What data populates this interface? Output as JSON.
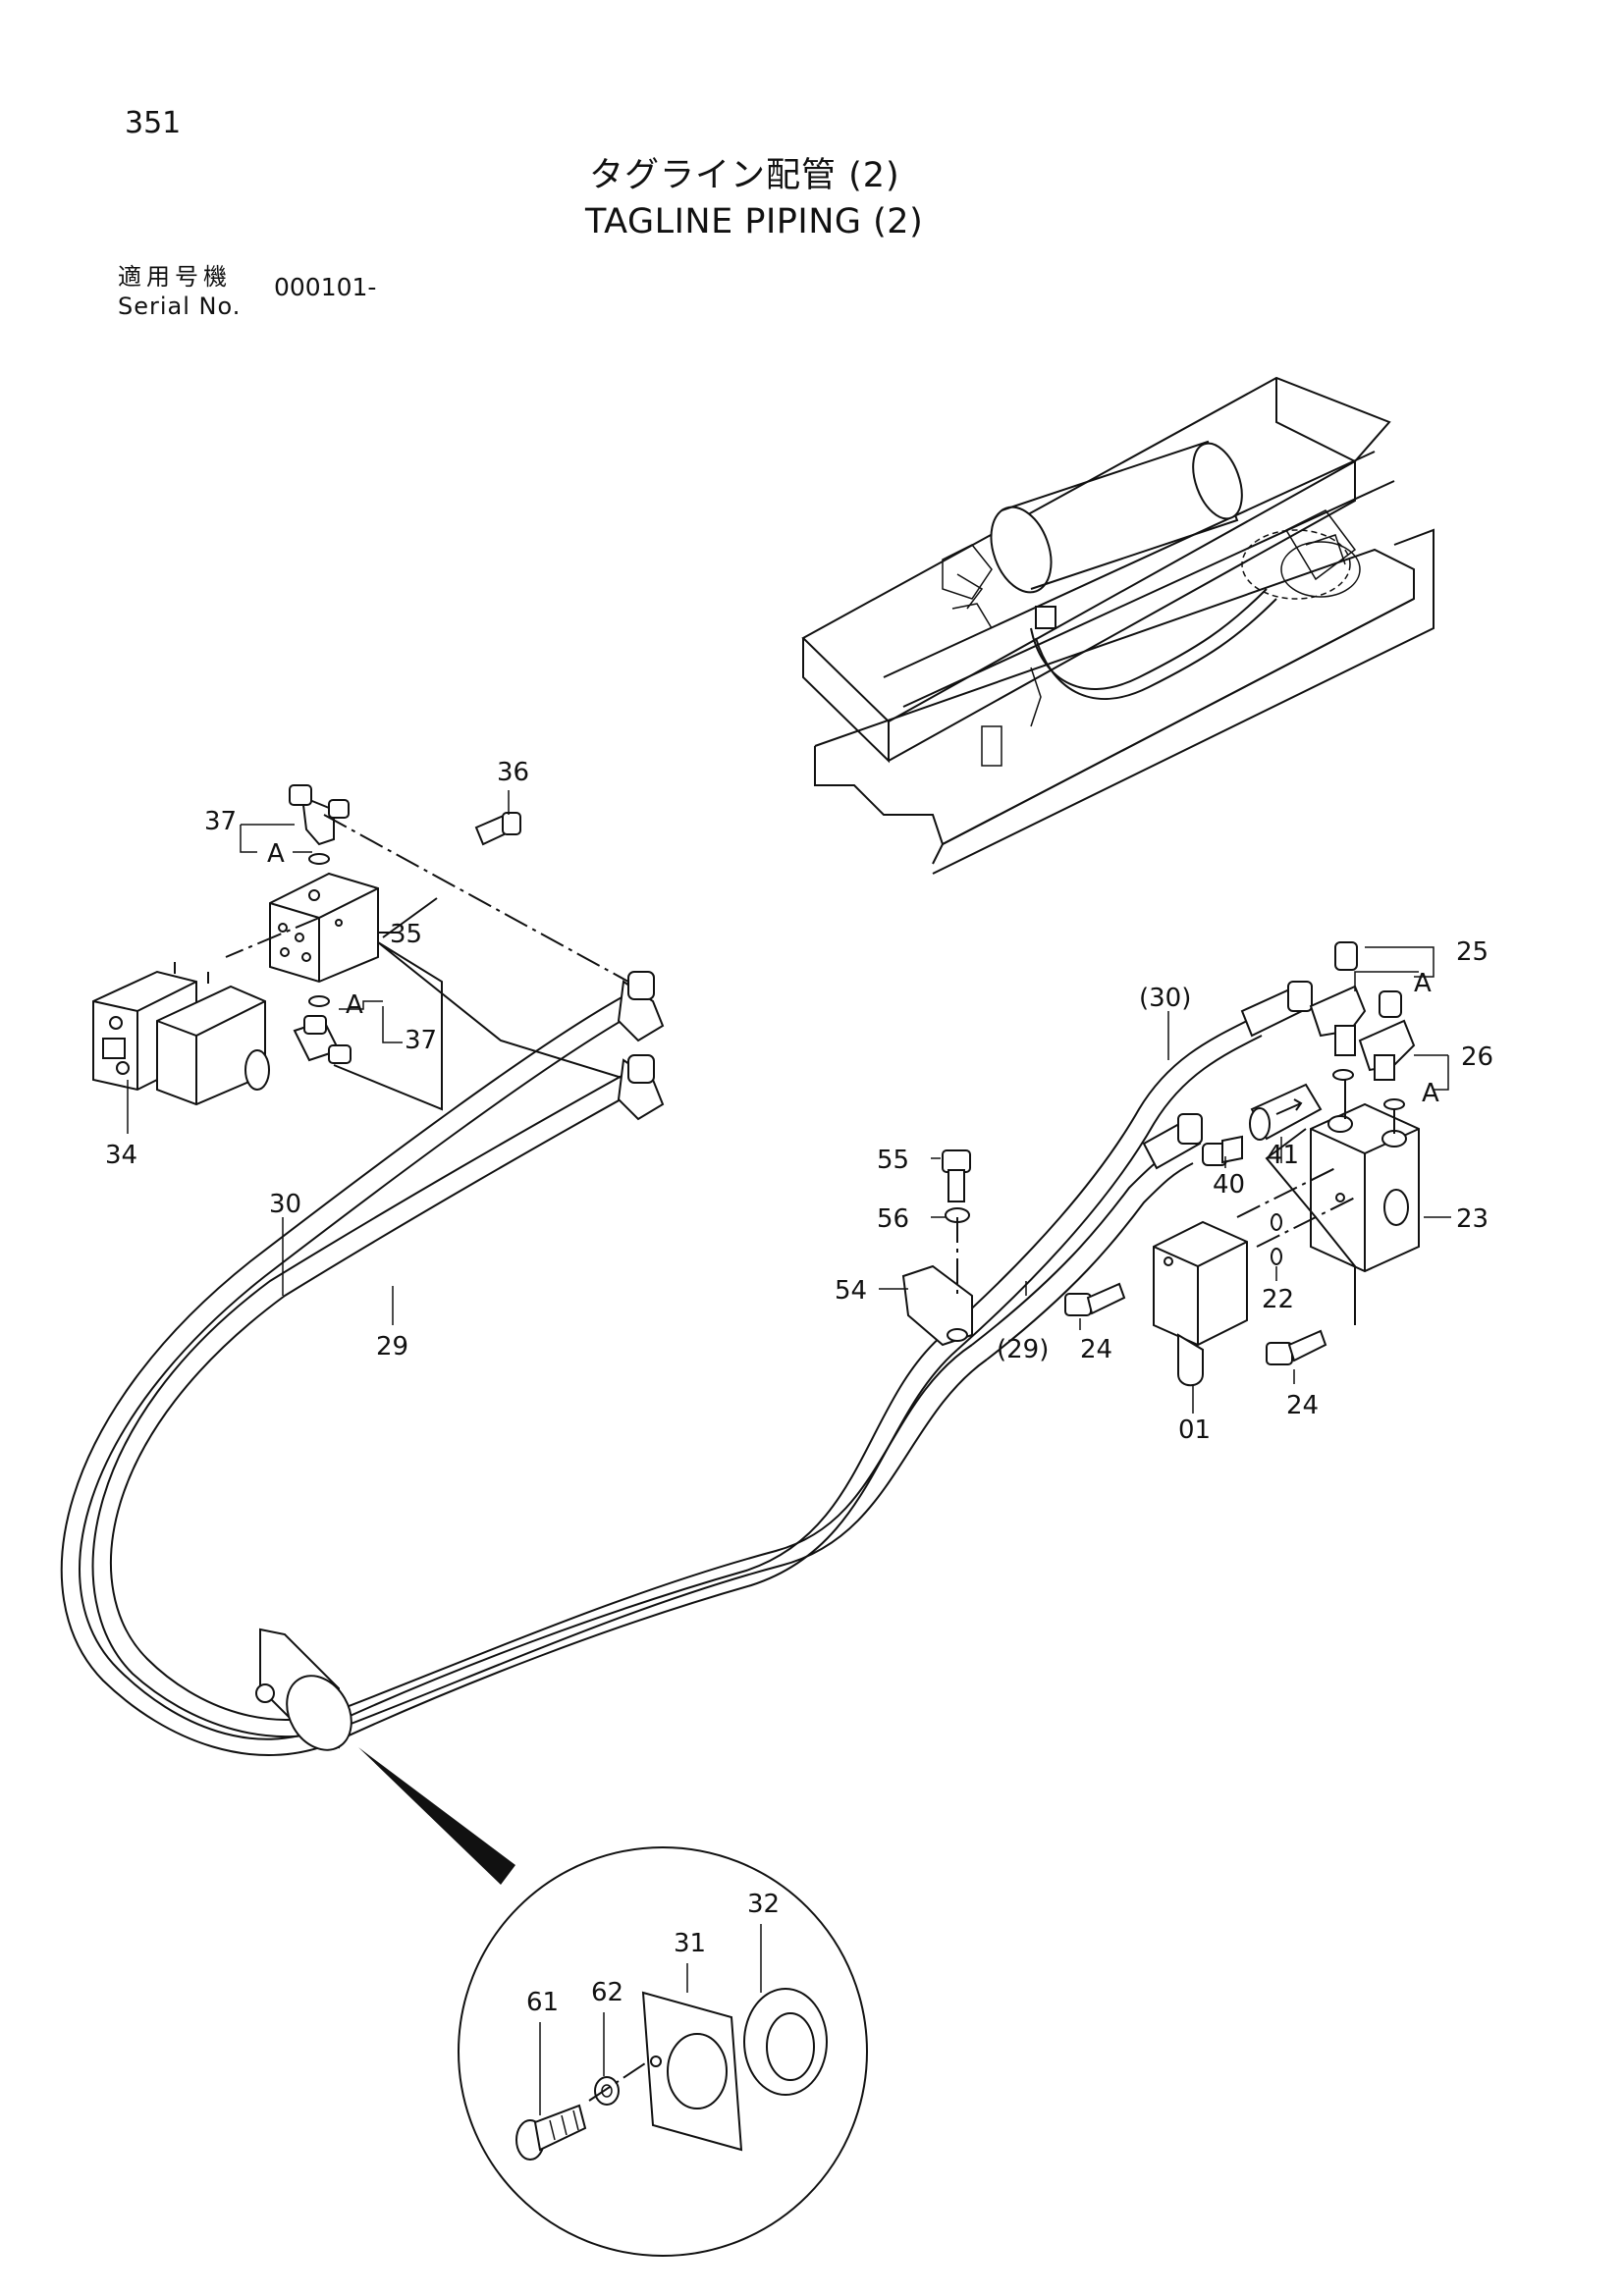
{
  "page": {
    "number": "351",
    "title_jp": "タグライン配管 (2)",
    "title_en": "TAGLINE PIPING (2)"
  },
  "serial": {
    "label_jp": "適用号機",
    "label_en": "Serial No.",
    "value": "000101-"
  },
  "callouts": {
    "p36": "36",
    "p37_top": "37",
    "a_top": "A",
    "p35": "35",
    "a_mid": "A",
    "p37_mid": "37",
    "p34": "34",
    "p30": "30",
    "p29": "29",
    "p30_ref": "(30)",
    "p25": "25",
    "a_25": "A",
    "p26": "26",
    "a_26": "A",
    "p55": "55",
    "p56": "56",
    "p40": "40",
    "p41": "41",
    "p23": "23",
    "p54": "54",
    "p29_ref": "(29)",
    "p24_left": "24",
    "p22": "22",
    "p01": "01",
    "p24_right": "24",
    "p32": "32",
    "p31": "31",
    "p62": "62",
    "p61": "61"
  }
}
